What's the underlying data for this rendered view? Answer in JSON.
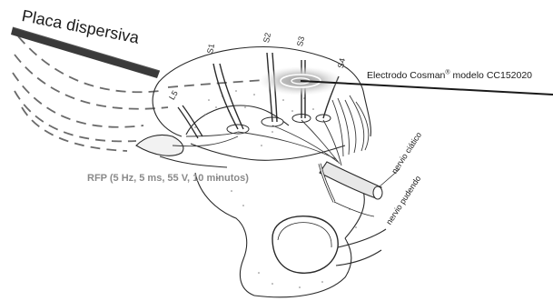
{
  "labels": {
    "title": "Placa dispersiva",
    "electrode_text": "Electrodo Cosman",
    "electrode_reg": "®",
    "electrode_model": " modelo CC152020",
    "s1": "S1",
    "s2": "S2",
    "s3": "S3",
    "s4": "S4",
    "l5": "L5",
    "nerve_sciatic": "nervio ciático",
    "nerve_pudendal": "nervio pudendo",
    "rfp_params": "RFP (5 Hz, 5 ms, 55 V, 10 minutos)"
  },
  "colors": {
    "ink": "#1a1a1a",
    "dispersive_plate": "#3a3a3a",
    "field_lines": "#6a6a6a",
    "electrode_glow": "#bdbdbd",
    "rfp_text": "#8a8a8a"
  }
}
